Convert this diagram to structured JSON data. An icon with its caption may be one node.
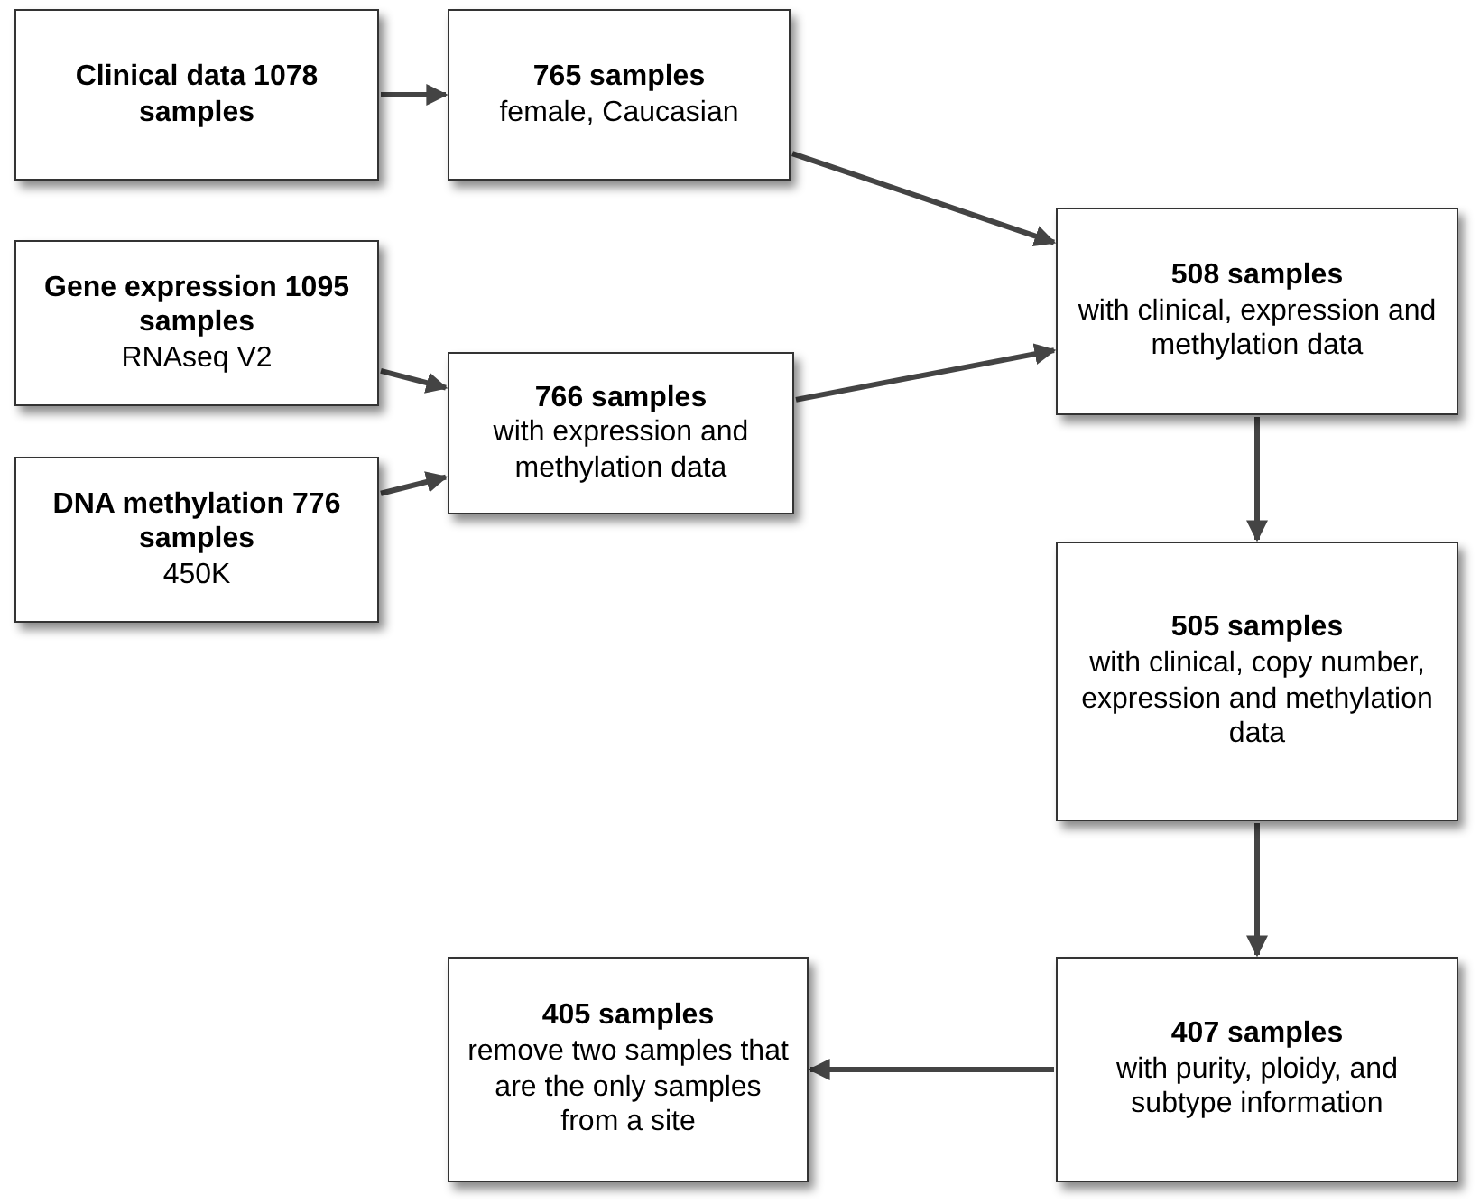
{
  "diagram": {
    "nodes": [
      {
        "text": [
          "Clinical data 1078 samples"
        ]
      },
      {
        "text": [
          "765 samples",
          "female, Caucasian"
        ]
      },
      {
        "text": [
          "Gene expression 1095 samples",
          "RNAseq V2"
        ]
      },
      {
        "text": [
          "DNA methylation 776 samples",
          "450K"
        ]
      },
      {
        "text": [
          "766 samples",
          "with expression and methylation data"
        ]
      },
      {
        "text": [
          "508 samples",
          "with clinical, expression and methylation data"
        ]
      },
      {
        "text": [
          "505 samples",
          "with clinical, copy number, expression and methylation data"
        ]
      },
      {
        "text": [
          "407 samples",
          "with purity, ploidy, and subtype information"
        ]
      },
      {
        "text": [
          "405 samples",
          "remove two samples that are the only samples from a site"
        ]
      }
    ],
    "edges": [
      {
        "from": 0,
        "to": 1,
        "arrow": "to"
      },
      {
        "from": 1,
        "to": 5,
        "arrow": "to"
      },
      {
        "from": 2,
        "to": 4,
        "arrow": "to"
      },
      {
        "from": 3,
        "to": 4,
        "arrow": "to"
      },
      {
        "from": 4,
        "to": 5,
        "arrow": "to"
      },
      {
        "from": 5,
        "to": 6,
        "arrow": "to"
      },
      {
        "from": 6,
        "to": 7,
        "arrow": "to"
      },
      {
        "from": 7,
        "to": 8,
        "arrow": "to"
      }
    ]
  }
}
